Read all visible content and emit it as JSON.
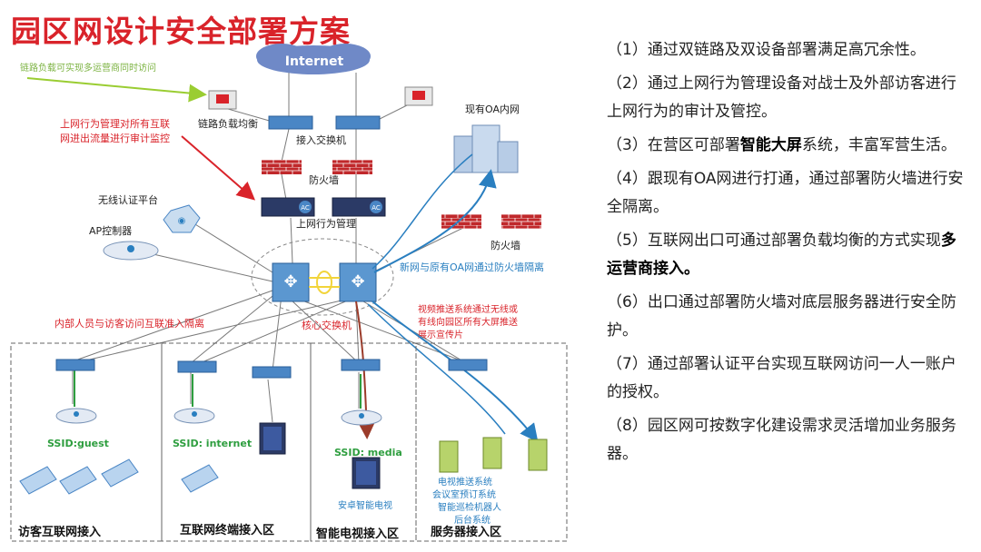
{
  "title": "园区网设计安全部署方案",
  "diagram": {
    "internet": "Internet",
    "link_lb": "链路负载均衡",
    "access_switch": "接入交换机",
    "firewall": "防火墙",
    "behavior_mgmt": "上网行为管理",
    "wireless_auth": "无线认证平台",
    "ap_controller": "AP控制器",
    "core_switch": "核心交换机",
    "oa_network": "现有OA内网",
    "firewall2": "防火墙",
    "ac_label": "AC",
    "note_green": "链路负载可实现多运营商同时访问",
    "note_red": [
      "上网行为管理对所有互联",
      "网进出流量进行审计监控"
    ],
    "note_blue": "新网与原有OA网通过防火墙隔离",
    "note_isolation": "内部人员与访客访问互联准入隔离",
    "note_video": [
      "视频推送系统通过无线或",
      "有线向园区所有大屏推送",
      "展示宣传片"
    ],
    "ssid_guest": "SSID:guest",
    "ssid_internet": "SSID: internet",
    "ssid_media": "SSID: media",
    "tv_label": "安卓智能电视",
    "server_notes": [
      "电视推送系统",
      "会议室预订系统",
      "智能巡检机器人",
      "后台系统"
    ],
    "zones": [
      "访客互联网接入",
      "互联网终端接入区",
      "智能电视接入区",
      "服务器接入区"
    ]
  },
  "points": [
    {
      "pre": "（1）通过双链路及双设备部署满足高冗余性。",
      "bold": "",
      "post": ""
    },
    {
      "pre": "（2）通过上网行为管理设备对战士及外部访客进行上网行为的审计及管控。",
      "bold": "",
      "post": ""
    },
    {
      "pre": "（3）在营区可部署",
      "bold": "智能大屏",
      "post": "系统，丰富军营生活。"
    },
    {
      "pre": "（4）跟现有OA网进行打通，通过部署防火墙进行安全隔离。",
      "bold": "",
      "post": ""
    },
    {
      "pre": "（5）互联网出口可通过部署负载均衡的方式实现",
      "bold": "多运营商接入。",
      "post": ""
    },
    {
      "pre": "（6）出口通过部署防火墙对底层服务器进行安全防护。",
      "bold": "",
      "post": ""
    },
    {
      "pre": "（7）通过部署认证平台实现互联网访问一人一账户的授权。",
      "bold": "",
      "post": ""
    },
    {
      "pre": "（8）园区网可按数字化建设需求灵活增加业务服务器。",
      "bold": "",
      "post": ""
    }
  ],
  "colors": {
    "title": "#d9232a",
    "firewall": "#c0282b",
    "device": "#4a86c5",
    "green": "#2e9e3f",
    "blue": "#2a7fc0",
    "red": "#d9232a"
  }
}
